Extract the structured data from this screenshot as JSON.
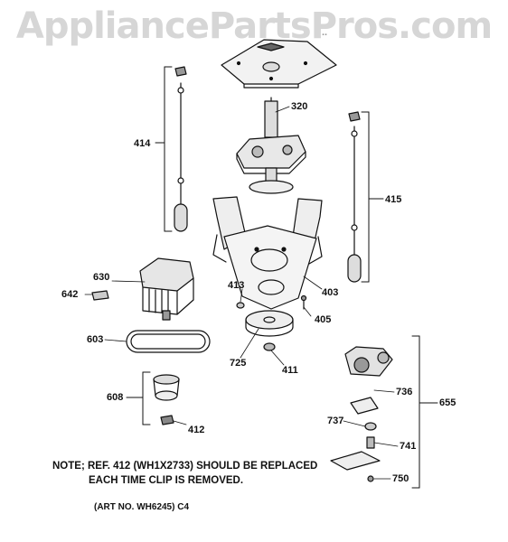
{
  "watermark": "AppliancePartsPros.com",
  "parts": [
    {
      "id": "p320",
      "num": "320"
    },
    {
      "id": "p414",
      "num": "414"
    },
    {
      "id": "p415",
      "num": "415"
    },
    {
      "id": "p630",
      "num": "630"
    },
    {
      "id": "p642",
      "num": "642"
    },
    {
      "id": "p413",
      "num": "413"
    },
    {
      "id": "p403",
      "num": "403"
    },
    {
      "id": "p405",
      "num": "405"
    },
    {
      "id": "p603",
      "num": "603"
    },
    {
      "id": "p725",
      "num": "725"
    },
    {
      "id": "p411",
      "num": "411"
    },
    {
      "id": "p608",
      "num": "608"
    },
    {
      "id": "p412",
      "num": "412"
    },
    {
      "id": "p736",
      "num": "736"
    },
    {
      "id": "p655",
      "num": "655"
    },
    {
      "id": "p737",
      "num": "737"
    },
    {
      "id": "p741",
      "num": "741"
    },
    {
      "id": "p750",
      "num": "750"
    }
  ],
  "note": {
    "line1": "NOTE; REF. 412 (WH1X2733) SHOULD BE REPLACED",
    "line2": "EACH TIME CLIP IS REMOVED."
  },
  "art_no": "(ART NO. WH6245) C4"
}
